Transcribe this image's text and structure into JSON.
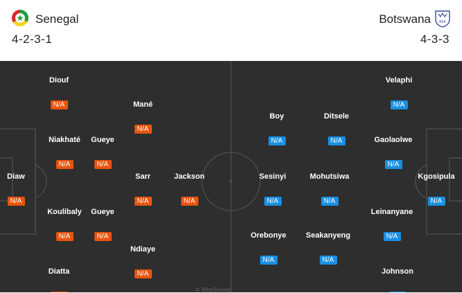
{
  "home": {
    "name": "Senegal",
    "formation": "4-2-3-1",
    "logo_icon": "senegal-crest-icon",
    "badge_color": "#e8540c",
    "players": [
      {
        "name": "Diouf",
        "rating": "N/A"
      },
      {
        "name": "Mané",
        "rating": "N/A"
      },
      {
        "name": "Niakhaté",
        "rating": "N/A"
      },
      {
        "name": "Gueye",
        "rating": "N/A"
      },
      {
        "name": "Diaw",
        "rating": "N/A"
      },
      {
        "name": "Sarr",
        "rating": "N/A"
      },
      {
        "name": "Jackson",
        "rating": "N/A"
      },
      {
        "name": "Koulibaly",
        "rating": "N/A"
      },
      {
        "name": "Gueye",
        "rating": "N/A"
      },
      {
        "name": "Ndiaye",
        "rating": "N/A"
      },
      {
        "name": "Diatta",
        "rating": "N/A"
      }
    ]
  },
  "away": {
    "name": "Botswana",
    "formation": "4-3-3",
    "logo_icon": "bfa-crest-icon",
    "logo_text": "BFA",
    "badge_color": "#1a8fe3",
    "players": [
      {
        "name": "Velaphi",
        "rating": "N/A"
      },
      {
        "name": "Boy",
        "rating": "N/A"
      },
      {
        "name": "Ditsele",
        "rating": "N/A"
      },
      {
        "name": "Gaolaolwe",
        "rating": "N/A"
      },
      {
        "name": "Sesinyi",
        "rating": "N/A"
      },
      {
        "name": "Mohutsiwa",
        "rating": "N/A"
      },
      {
        "name": "Kgosipula",
        "rating": "N/A"
      },
      {
        "name": "Leinanyane",
        "rating": "N/A"
      },
      {
        "name": "Orebonye",
        "rating": "N/A"
      },
      {
        "name": "Seakanyeng",
        "rating": "N/A"
      },
      {
        "name": "Johnson",
        "rating": "N/A"
      }
    ]
  },
  "pitch_color": "#2e2e2e",
  "watermark": "© WhoScored"
}
